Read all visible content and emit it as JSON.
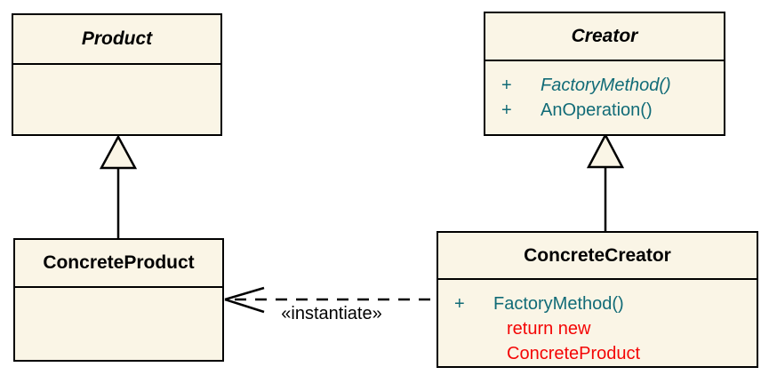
{
  "diagram": {
    "title": "Factory Method pattern UML class diagram",
    "background_color": "#ffffff",
    "box_fill_color": "#faf5e6",
    "border_color": "#000000",
    "method_color_teal": "#116b77",
    "note_color_red": "#f40505"
  },
  "classes": [
    {
      "name": "Product",
      "abstract": true,
      "members": []
    },
    {
      "name": "Creator",
      "abstract": true,
      "members": [
        {
          "visibility": "+",
          "text": "FactoryMethod()",
          "style": "italic-teal"
        },
        {
          "visibility": "+",
          "text": "AnOperation()",
          "style": "teal"
        }
      ]
    },
    {
      "name": "ConcreteProduct",
      "abstract": false,
      "members": []
    },
    {
      "name": "ConcreteCreator",
      "abstract": false,
      "members": [
        {
          "visibility": "+",
          "text": "FactoryMethod()",
          "style": "teal"
        },
        {
          "visibility": "",
          "text": "return new",
          "style": "red-indented"
        },
        {
          "visibility": "",
          "text": "ConcreteProduct",
          "style": "red-indented"
        }
      ]
    }
  ],
  "relationships": [
    {
      "type": "generalization",
      "from": "ConcreteProduct",
      "to": "Product",
      "marker": "hollow-triangle",
      "label": ""
    },
    {
      "type": "generalization",
      "from": "ConcreteCreator",
      "to": "Creator",
      "marker": "hollow-triangle",
      "label": ""
    },
    {
      "type": "dependency",
      "from": "ConcreteCreator",
      "to": "ConcreteProduct",
      "marker": "open-arrow",
      "line": "dashed",
      "label": "«instantiate»"
    }
  ]
}
